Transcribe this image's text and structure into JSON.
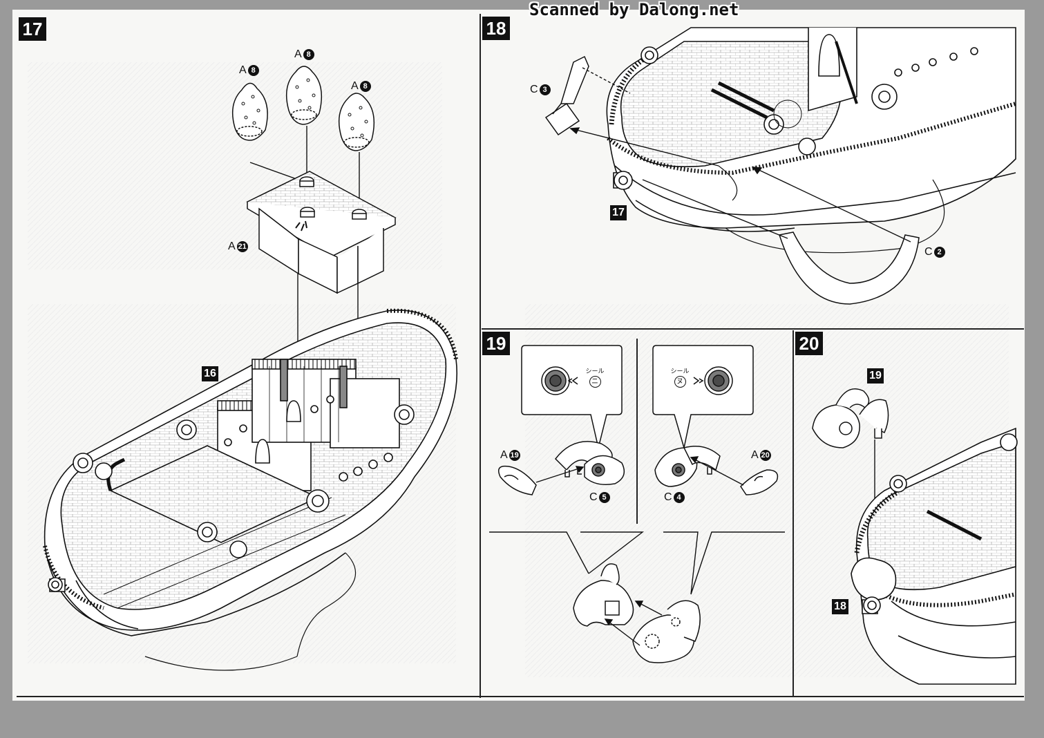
{
  "banner": "Scanned by Dalong.net",
  "steps": {
    "s17": "17",
    "s18": "18",
    "s19": "19",
    "s20": "20"
  },
  "refs": {
    "r16": "16",
    "r17": "17",
    "r19": "19",
    "r18": "18"
  },
  "parts": {
    "a8_left": {
      "letter": "A",
      "num": "8"
    },
    "a8_mid": {
      "letter": "A",
      "num": "8"
    },
    "a8_right": {
      "letter": "A",
      "num": "8"
    },
    "a21": {
      "letter": "A",
      "num": "21"
    },
    "c3": {
      "letter": "C",
      "num": "3"
    },
    "c2": {
      "letter": "C",
      "num": "2"
    },
    "a19": {
      "letter": "A",
      "num": "19"
    },
    "c5": {
      "letter": "C",
      "num": "5"
    },
    "c4": {
      "letter": "C",
      "num": "4"
    },
    "a20": {
      "letter": "A",
      "num": "20"
    }
  },
  "seals": {
    "left": {
      "word": "シール",
      "char": "ニ"
    },
    "right": {
      "word": "シール",
      "char": "ヌ"
    }
  },
  "colors": {
    "paper": "#f7f7f5",
    "background": "#9a9a9a",
    "ink": "#111111",
    "eye_outer": "#7a7a7a",
    "eye_inner": "#4a4a4a"
  }
}
